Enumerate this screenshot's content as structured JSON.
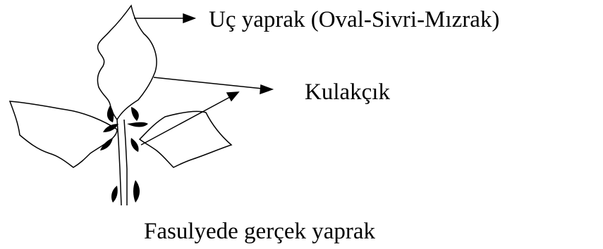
{
  "labels": {
    "terminal_leaf": "Uç yaprak (Oval-Sivri-Mızrak)",
    "stipule": "Kulakçık",
    "caption": "Fasulyede gerçek yaprak"
  },
  "colors": {
    "ink": "#000000",
    "background": "#ffffff"
  }
}
